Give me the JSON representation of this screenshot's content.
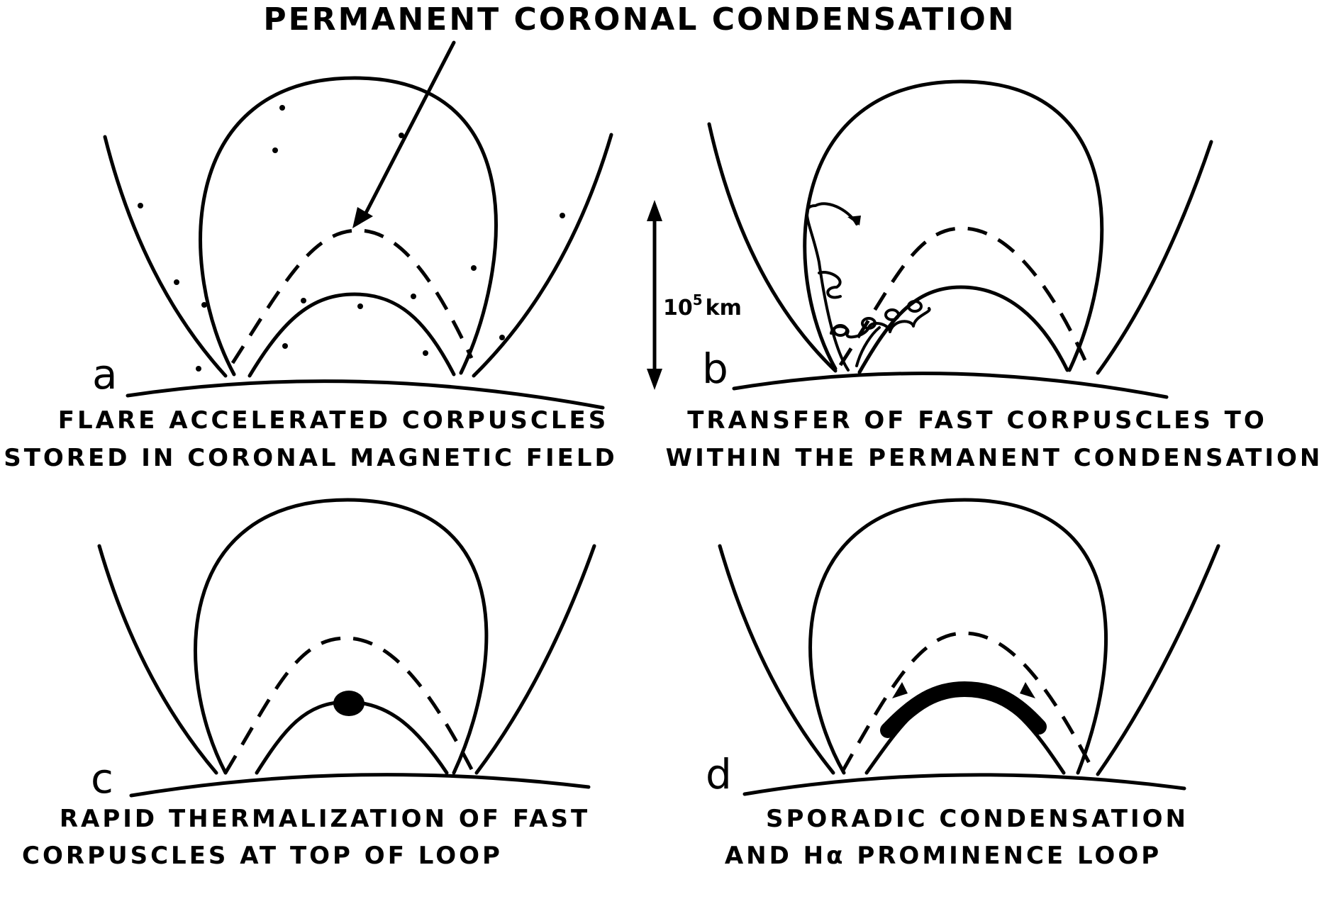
{
  "title": "PERMANENT CORONAL CONDENSATION",
  "scale_bar": {
    "base": "10",
    "exponent": "5",
    "unit": "km"
  },
  "panels": [
    {
      "letter": "a",
      "caption_lines": [
        "FLARE ACCELERATED CORPUSCLES",
        "STORED IN CORONAL MAGNETIC FIELD"
      ]
    },
    {
      "letter": "b",
      "caption_lines": [
        "TRANSFER OF FAST CORPUSCLES TO",
        "WITHIN THE PERMANENT CONDENSATION"
      ]
    },
    {
      "letter": "c",
      "caption_lines": [
        "RAPID THERMALIZATION OF FAST",
        "CORPUSCLES AT TOP OF LOOP"
      ]
    },
    {
      "letter": "d",
      "caption_lines": [
        "SPORADIC CONDENSATION",
        "AND Hα PROMINENCE LOOP"
      ]
    }
  ]
}
